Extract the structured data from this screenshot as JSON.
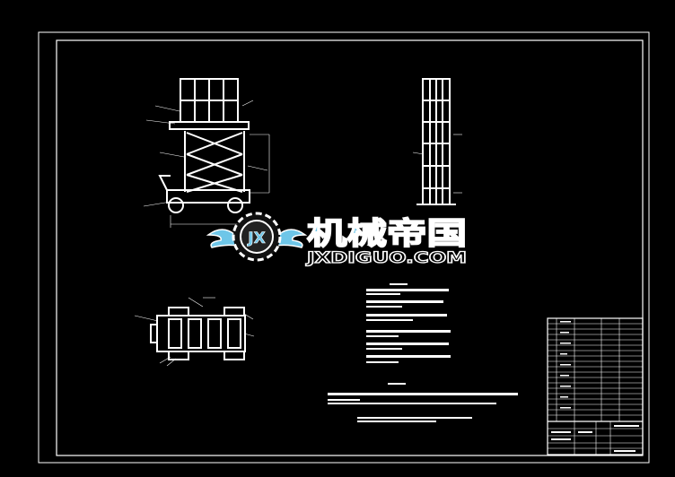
{
  "drawing": {
    "background_color": "#000000",
    "line_color": "#FFFFFF"
  },
  "watermark": {
    "cn_text": "机械帝国",
    "en_text": "JXDIGUO.COM",
    "emblem_letters": "JX",
    "primary_color": "#6EC6E8",
    "outline_color": "#FFFFFF"
  }
}
